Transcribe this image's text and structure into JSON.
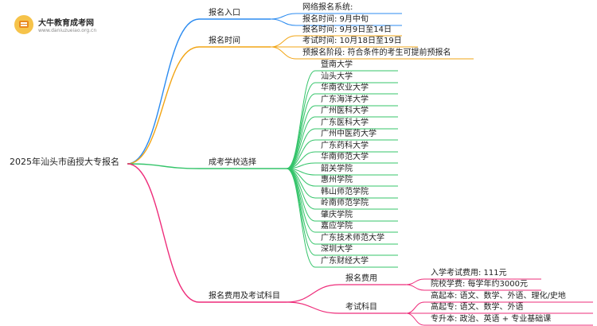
{
  "logo": {
    "name": "大牛教育成考网",
    "url": "www.daniuzueiao.org.cn"
  },
  "root": "2025年汕头市函授大专报名",
  "colors": {
    "blue": "#2b8bf0",
    "orange": "#f2a515",
    "green": "#34c46a",
    "pink": "#ee2c7a"
  },
  "branches": [
    {
      "label": "报名入口",
      "color_key": "blue",
      "children": [
        {
          "label": "网络报名系统:"
        },
        {
          "label": "报名时间: 9月中旬"
        }
      ]
    },
    {
      "label": "报名时间",
      "color_key": "orange",
      "children": [
        {
          "label": "报名时间: 9月9日至14日"
        },
        {
          "label": "考试时间: 10月18日至19日"
        },
        {
          "label": "预报名阶段: 符合条件的考生可提前预报名"
        }
      ]
    },
    {
      "label": "成考学校选择",
      "color_key": "green",
      "children": [
        {
          "label": "暨南大学"
        },
        {
          "label": "汕头大学"
        },
        {
          "label": "华南农业大学"
        },
        {
          "label": "广东海洋大学"
        },
        {
          "label": "广州医科大学"
        },
        {
          "label": "广东医科大学"
        },
        {
          "label": "广州中医药大学"
        },
        {
          "label": "广东药科大学"
        },
        {
          "label": "华南师范大学"
        },
        {
          "label": "韶关学院"
        },
        {
          "label": "惠州学院"
        },
        {
          "label": "韩山师范学院"
        },
        {
          "label": "岭南师范学院"
        },
        {
          "label": "肇庆学院"
        },
        {
          "label": "嘉应学院"
        },
        {
          "label": "广东技术师范大学"
        },
        {
          "label": "深圳大学"
        },
        {
          "label": "广东财经大学"
        }
      ]
    },
    {
      "label": "报名费用及考试科目",
      "color_key": "pink",
      "children": [
        {
          "label": "报名费用",
          "children": [
            {
              "label": "入学考试费用: 111元"
            },
            {
              "label": "院校学费: 每学年约3000元"
            }
          ]
        },
        {
          "label": "考试科目",
          "children": [
            {
              "label": "高起本: 语文、数学、外语、理化/史地"
            },
            {
              "label": "高起专: 语文、数学、外语"
            },
            {
              "label": "专升本: 政治、英语 + 专业基础课"
            }
          ]
        }
      ]
    }
  ]
}
